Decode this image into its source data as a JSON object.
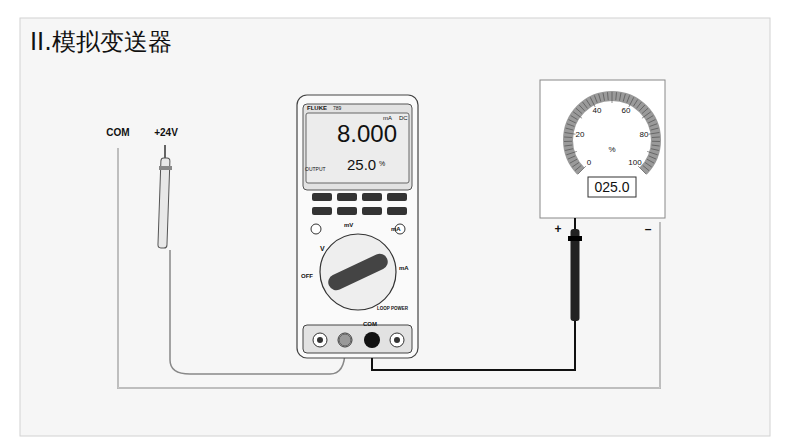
{
  "diagram": {
    "title": "II.模拟变送器",
    "nodes": [
      {
        "text": [
          "FLUKE",
          "789",
          "mA",
          "DC",
          "8.000",
          "OUTPUT",
          "25.0",
          "%",
          "V",
          "mV",
          "mA",
          "mA",
          "OFF",
          "LOOP POWER",
          "COM"
        ]
      },
      {
        "text": [
          "0",
          "20",
          "40",
          "60",
          "80",
          "100",
          "%",
          "025.0"
        ]
      }
    ],
    "edges": [
      {
        "from": 0,
        "to": 1,
        "arrow": "none"
      }
    ],
    "labels": [
      "COM",
      "+24V",
      "+",
      "–"
    ]
  }
}
